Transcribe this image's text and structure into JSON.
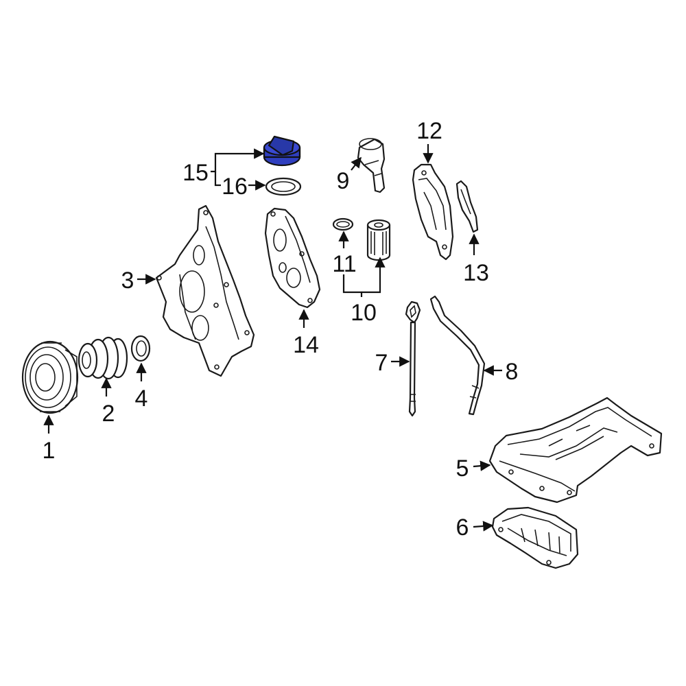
{
  "colors": {
    "highlight": "#2f3fbf",
    "line": "#1a1a1a",
    "background": "#ffffff"
  },
  "callouts": {
    "c1": "1",
    "c2": "2",
    "c3": "3",
    "c4": "4",
    "c5": "5",
    "c6": "6",
    "c7": "7",
    "c8": "8",
    "c9": "9",
    "c10": "10",
    "c11": "11",
    "c12": "12",
    "c13": "13",
    "c14": "14",
    "c15": "15",
    "c16": "16"
  },
  "highlighted_part": "15"
}
